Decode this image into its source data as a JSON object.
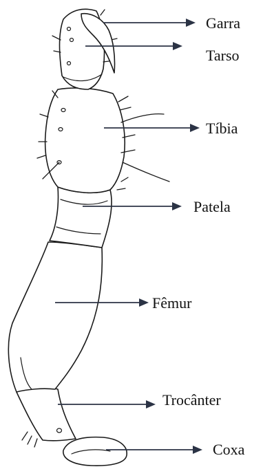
{
  "labels": {
    "garra": "Garra",
    "tarso": "Tarso",
    "tibia": "Tíbia",
    "patela": "Patela",
    "femur": "Fêmur",
    "trocanter": "Trocânter",
    "coxa": "Coxa"
  },
  "colors": {
    "arrow": "#2b3345",
    "outline": "#1a1a1a",
    "background": "#ffffff"
  }
}
